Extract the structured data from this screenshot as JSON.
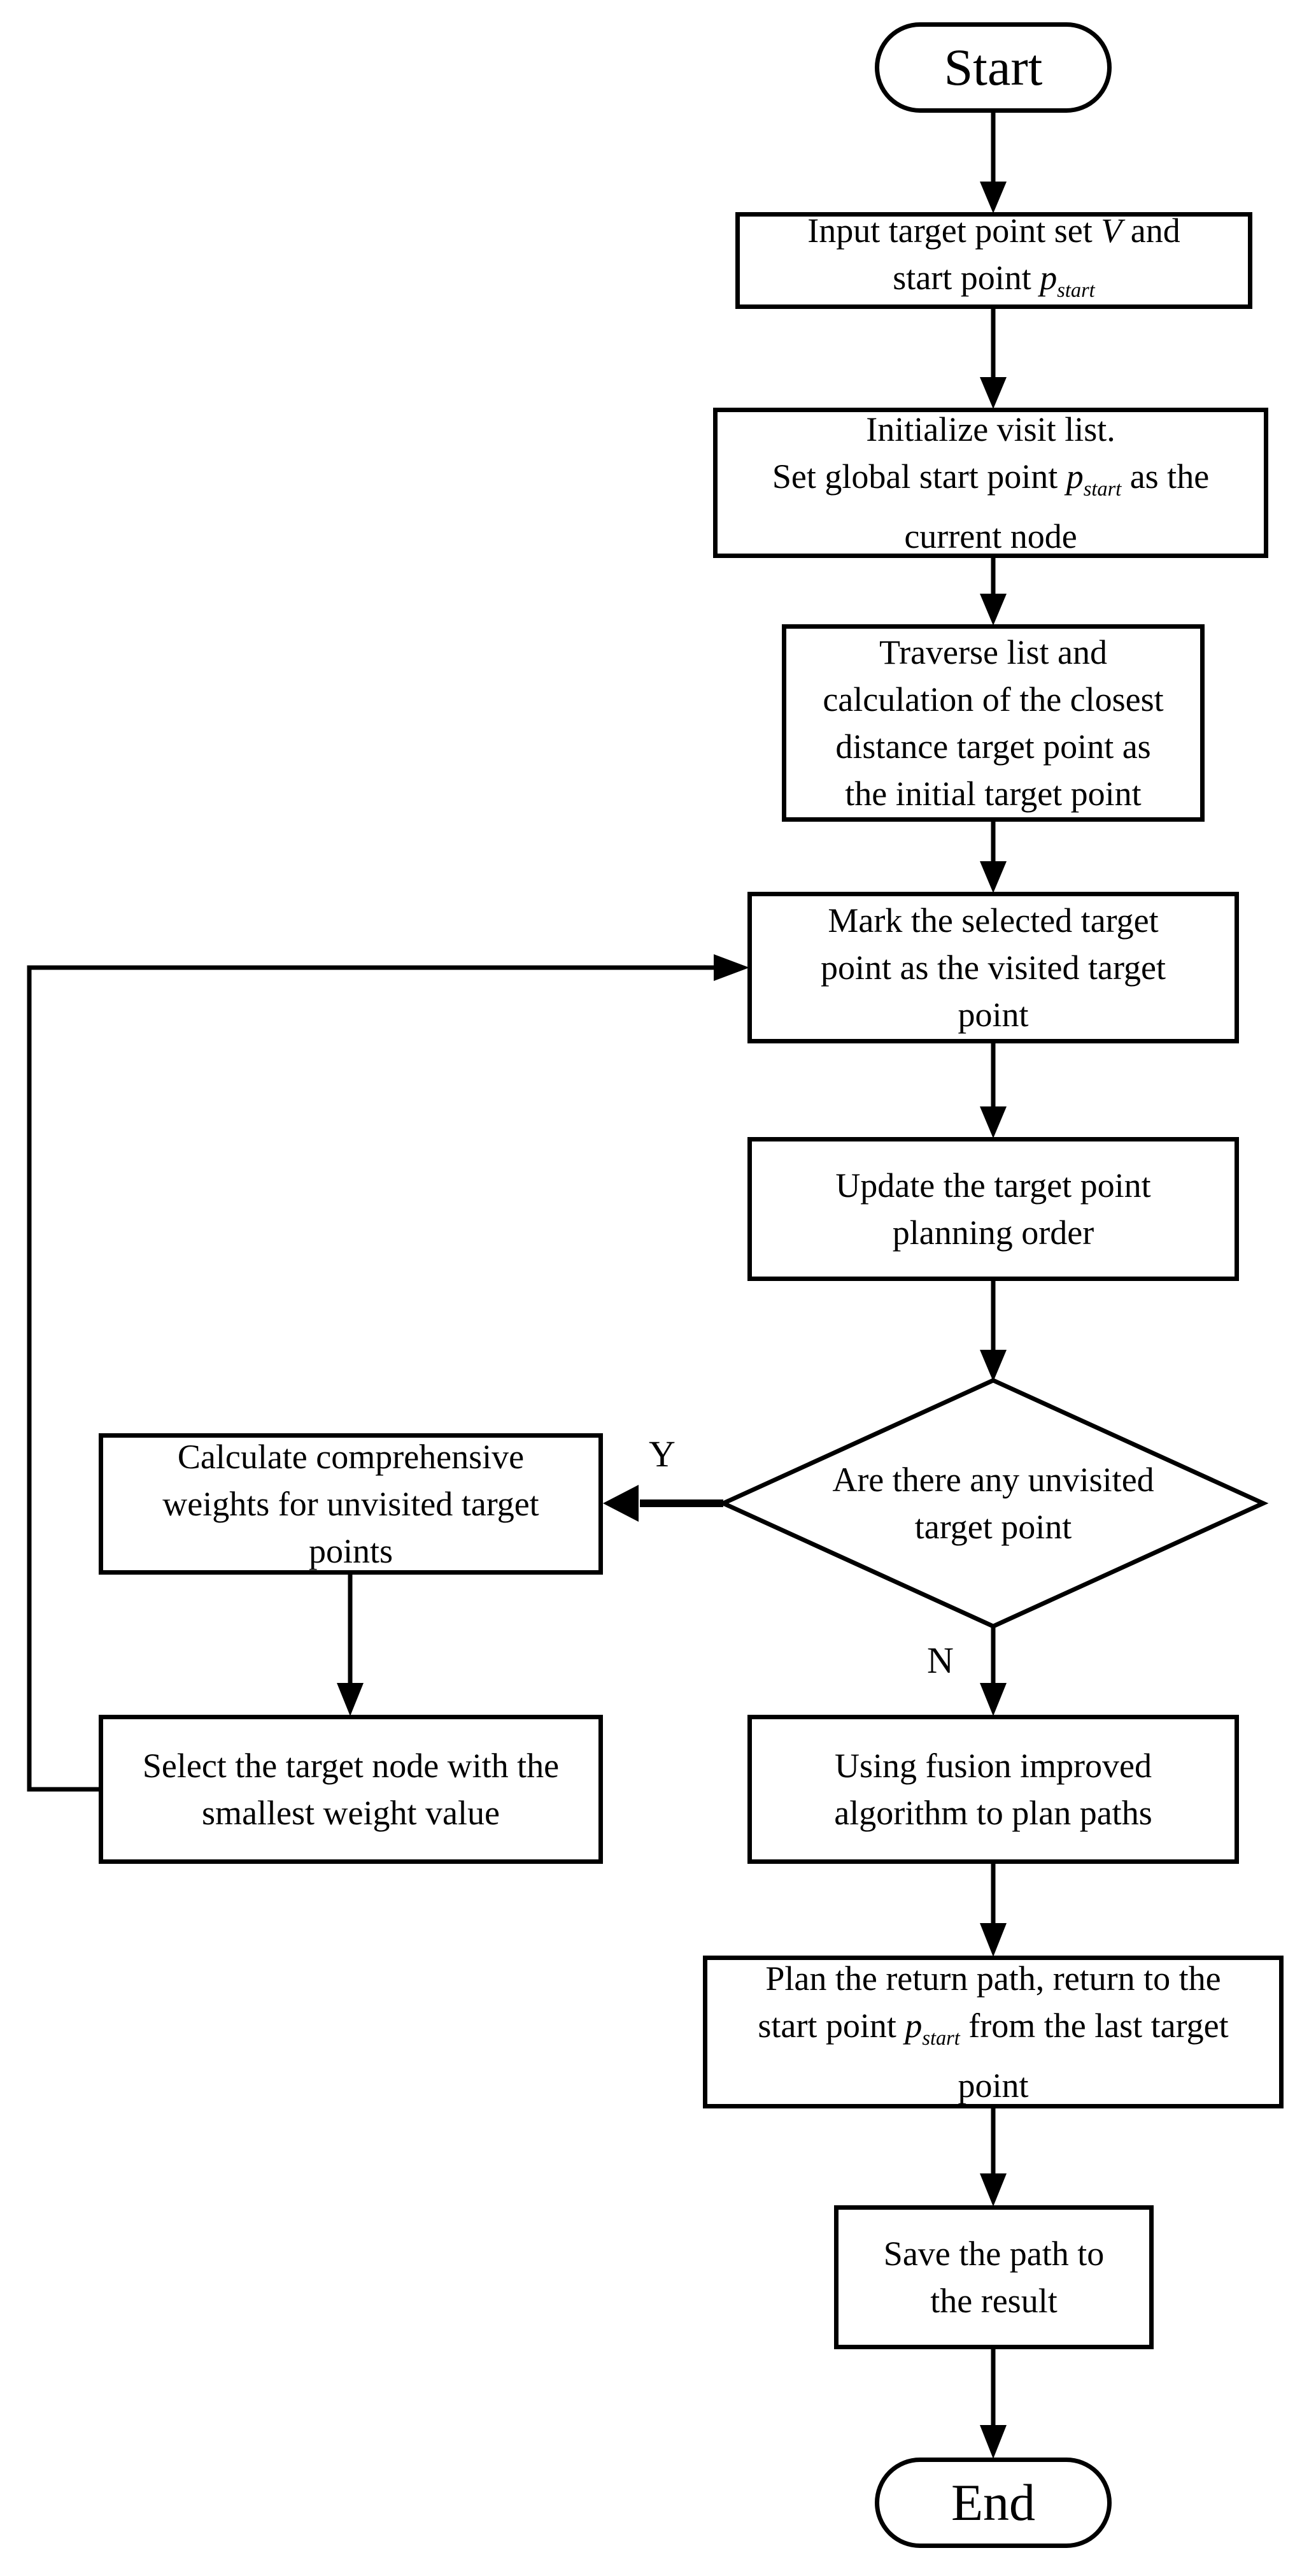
{
  "colors": {
    "stroke": "#000000",
    "background": "#ffffff"
  },
  "branch_labels": {
    "yes": "Y",
    "no": "N"
  },
  "nodes": {
    "start": {
      "label": "Start"
    },
    "input": {
      "line1": [
        "Input target point set ",
        "V",
        " and"
      ],
      "line2": [
        "start point ",
        "p",
        "start"
      ]
    },
    "init": {
      "line1": "Initialize visit list.",
      "line2": [
        "Set global start point ",
        "p",
        "start",
        " as the"
      ],
      "line3": "current node"
    },
    "traverse": {
      "line1": "Traverse list and",
      "line2": "calculation of the closest",
      "line3": "distance target point as",
      "line4": "the initial target point"
    },
    "mark": {
      "line1": "Mark the selected target",
      "line2": "point as the visited target",
      "line3": "point"
    },
    "update": {
      "line1": "Update the target point",
      "line2": "planning order"
    },
    "decision": {
      "line1": "Are there any unvisited",
      "line2": "target point"
    },
    "calc": {
      "line1": "Calculate comprehensive",
      "line2": "weights for unvisited target",
      "line3": "points"
    },
    "select": {
      "line1": "Select the target node with the",
      "line2": "smallest weight value"
    },
    "fusion": {
      "line1": "Using fusion improved",
      "line2": "algorithm to plan paths"
    },
    "plan": {
      "line1": "Plan the return path, return to the",
      "line2": [
        "start point ",
        "p",
        "start",
        " from the last target"
      ],
      "line3": "point"
    },
    "save": {
      "line1": "Save the path to",
      "line2": "the result"
    },
    "end": {
      "label": "End"
    }
  }
}
